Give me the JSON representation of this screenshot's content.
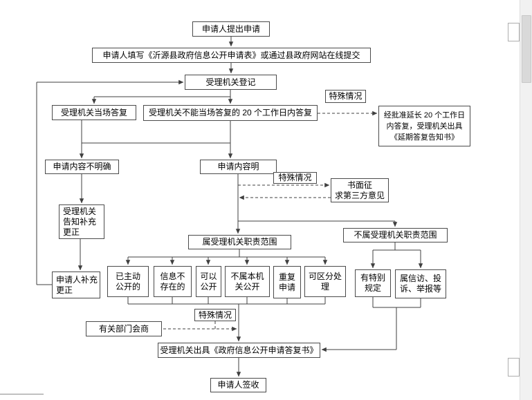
{
  "colors": {
    "box_border": "#4a4a4a",
    "connector_line": "#3f3f3f",
    "page_background": "#ffffff"
  },
  "flow": {
    "submit": "申请人提出申请",
    "fill_form": "申请人填写《沂源县政府信息公开申请表》或通过县政府网站在线提交",
    "register": "受理机关登记",
    "onspot_reply": "受理机关当场答复",
    "reply_20days": "受理机关不能当场答复的 20 个工作日内答复",
    "special_case_1": "特殊情况",
    "extension": "经批准延长 20 个工作日\n内答复，受理机关出具\n《延期答复告知书》",
    "content_unclear": "申请内容不明确",
    "content_clear": "申请内容明",
    "special_case_2": "特殊情况",
    "third_party": "书面征\n求第三方意见",
    "notify_supplement": "受理机关\n告知补充\n更正",
    "in_scope": "属受理机关职责范围",
    "out_scope": "不属受理机关职责范围",
    "supplement": "申请人补充\n更正",
    "already_public": "已主动\n公开的",
    "info_not_exist": "信息不\n存在的",
    "can_public": "可以\n公开",
    "not_this_org": "不属本机\n关公开",
    "repeat_apply": "重复\n申请",
    "separable": "可区分处\n理",
    "special_rule": "有特别\n规定",
    "petition": "属信访、投\n诉、举报等",
    "special_case_3": "特殊情况",
    "consult": "有关部门会商",
    "reply_doc": "受理机关出具《政府信息公开申请答复书》",
    "sign": "申请人签收"
  }
}
